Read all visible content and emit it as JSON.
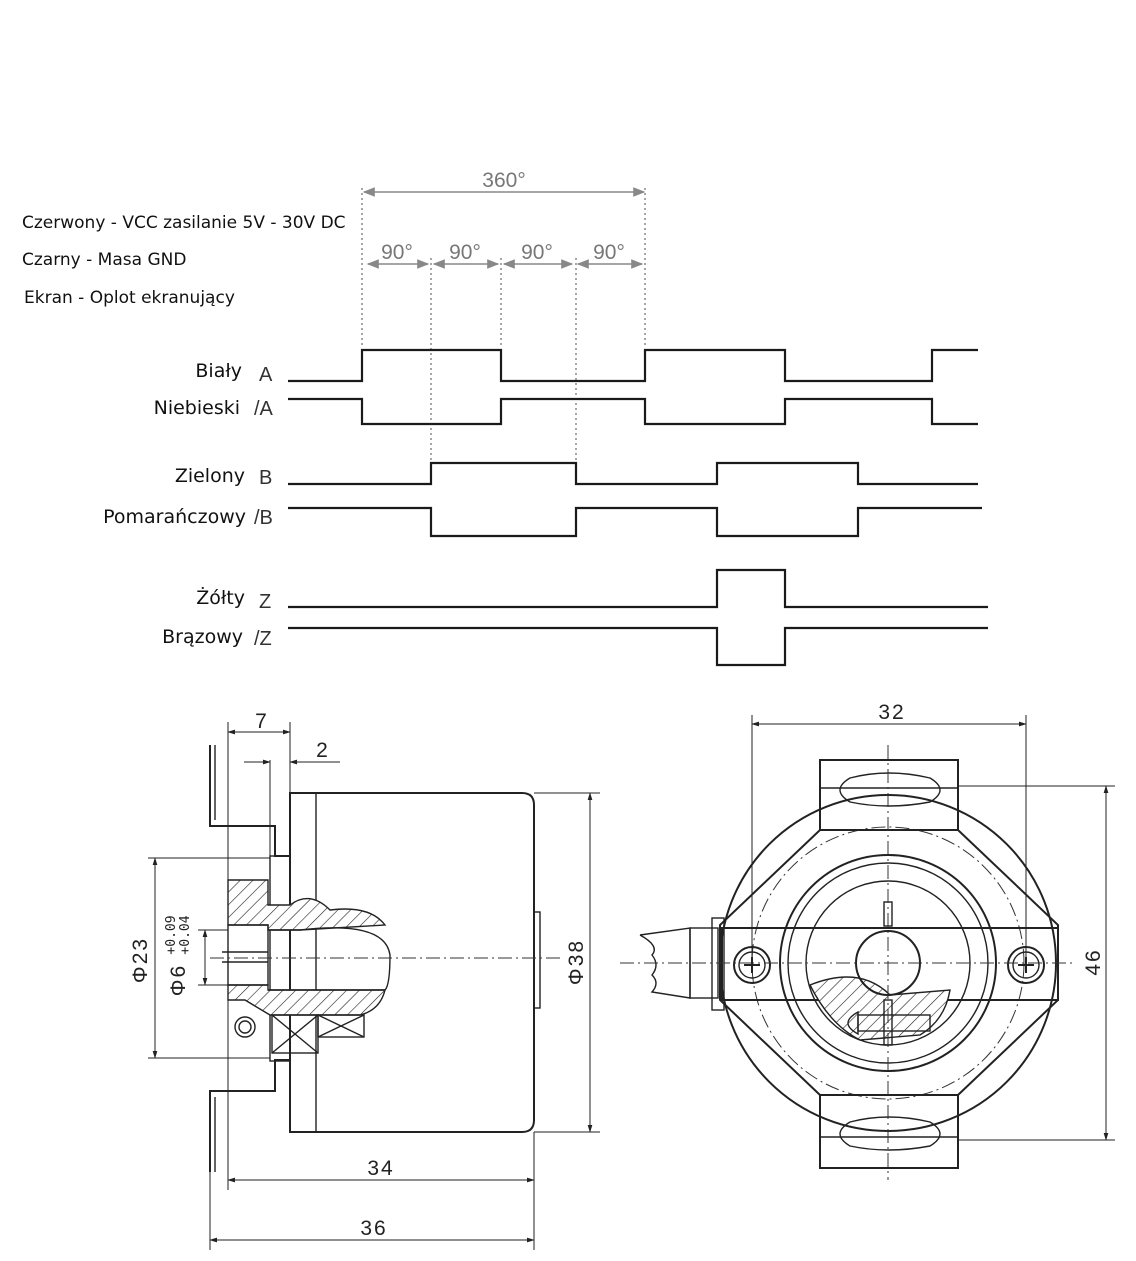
{
  "notes": [
    "Czerwony - VCC zasilanie 5V - 30V DC",
    "Czarny - Masa GND",
    "Ekran - Oplot ekranujący"
  ],
  "timing": {
    "period_label": "360°",
    "phase_labels": [
      "90°",
      "90°",
      "90°",
      "90°"
    ],
    "signals": [
      {
        "color_name": "Biały",
        "signal": "A"
      },
      {
        "color_name": "Niebieski",
        "signal": "/A"
      },
      {
        "color_name": "Zielony",
        "signal": "B"
      },
      {
        "color_name": "Pomarańczowy",
        "signal": "/B"
      },
      {
        "color_name": "Żółty",
        "signal": "Z"
      },
      {
        "color_name": "Brązowy",
        "signal": "/Z"
      }
    ]
  },
  "dimensions": {
    "side": {
      "d7": "7",
      "d2": "2",
      "d23": "Φ23",
      "d6": "Φ6",
      "d6_tol_upper": "+0.09",
      "d6_tol_lower": "+0.04",
      "d38": "Φ38",
      "d34": "34",
      "d36": "36"
    },
    "front": {
      "d32": "32",
      "d46": "46"
    }
  }
}
